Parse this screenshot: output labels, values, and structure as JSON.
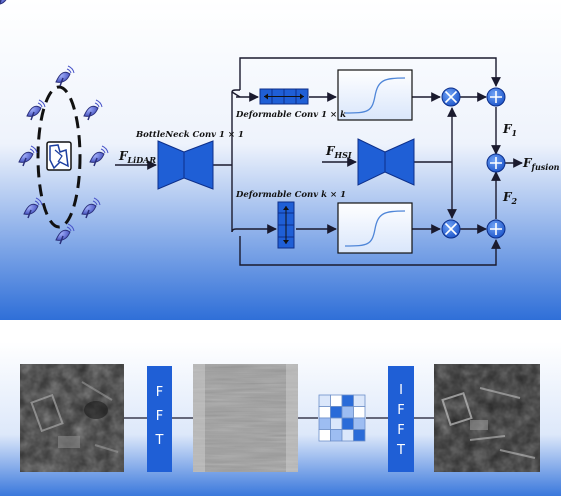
{
  "top_diagram": {
    "input_label": "F",
    "input_sub": "LiDAR",
    "bottleneck_label": "BottleNeck Conv 1 × 1",
    "deform_top_label": "Deformable Conv 1 × k",
    "deform_bottom_label": "Deformable Conv k × 1",
    "hsi_label": "F",
    "hsi_sub": "HSI",
    "f1_label": "F",
    "f1_sub": "1",
    "f2_label": "F",
    "f2_sub": "2",
    "fusion_label": "F",
    "fusion_sub": "fusion"
  },
  "bottom_pipeline": {
    "fft_label": "FFT",
    "ifft_label": "IFFT"
  },
  "colors": {
    "block_blue": "#1f5fd6",
    "node_blue": "#2b6fe0",
    "gradient_bottom": "#2f6fd8",
    "dark_lines": "#1a1a2e"
  }
}
